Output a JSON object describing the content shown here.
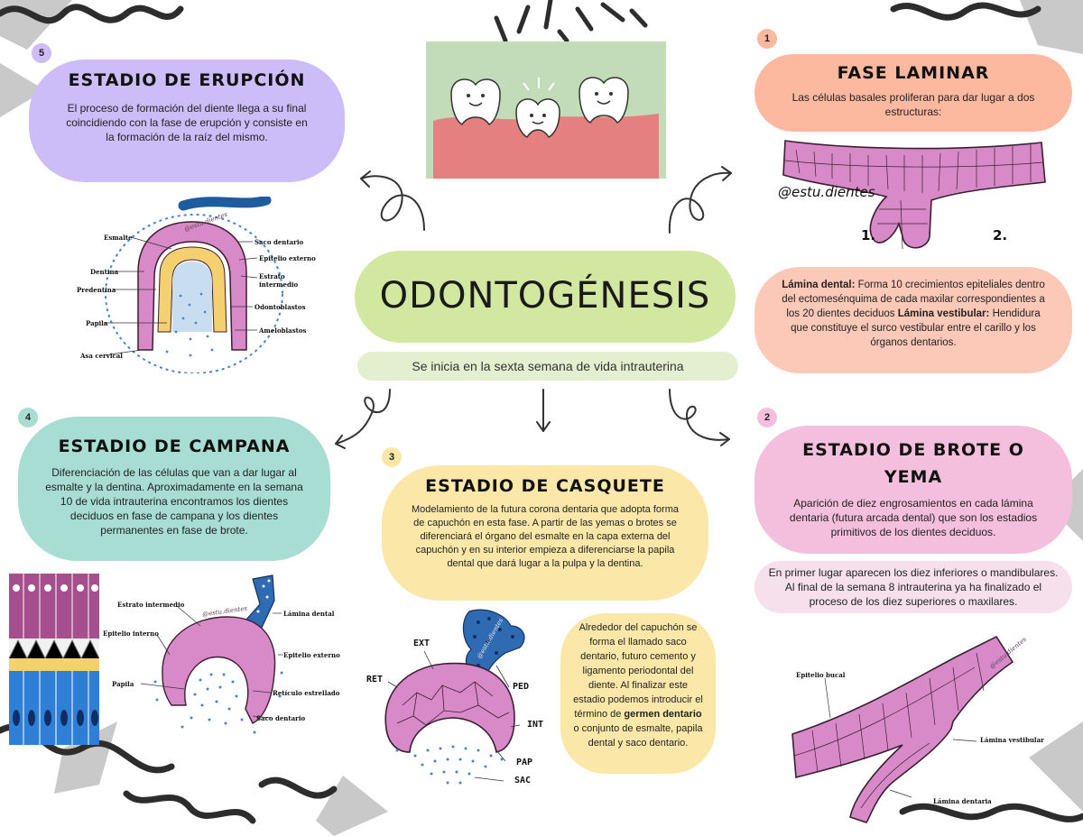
{
  "center": {
    "title": "ODONTOGÉNESIS",
    "subtitle": "Se inicia en la sexta semana de vida intrauterina"
  },
  "stages": {
    "laminar": {
      "number": "1",
      "title": "FASE LAMINAR",
      "text": "Las células basales proliferan para dar lugar a dos estructuras:",
      "fig_watermark": "@estu.dientes",
      "fig_label_1": "1.",
      "fig_label_2": "2.",
      "detail_term1": "Lámina dental:",
      "detail_text1": " Forma 10 crecimientos epiteliales dentro del ectomesénquima de cada maxilar correspondientes a los 20 dientes deciduos",
      "detail_term2": "Lámina vestibular:",
      "detail_text2": " Hendidura que constituye el surco vestibular entre el carillo y los órganos dentarios."
    },
    "brote": {
      "number": "2",
      "title": "ESTADIO DE BROTE O YEMA",
      "text": "Aparición de diez engrosamientos en cada lámina dentaria (futura arcada dental) que son los estadios primitivos de los dientes deciduos.",
      "note": "En primer lugar aparecen los diez inferiores o mandibulares. Al final de la semana 8 intrauterina ya ha finalizado el proceso de los diez superiores o maxilares.",
      "fig_labels": [
        "Epitelio bucal",
        "Lámina vestibular",
        "Lámina dentaria"
      ],
      "fig_watermark": "@estu.dientes"
    },
    "casquete": {
      "number": "3",
      "title": "ESTADIO DE CASQUETE",
      "text": "Modelamiento de la futura corona dentaria que adopta forma de capuchón en esta fase. A partir de las yemas o brotes se diferenciará el órgano del esmalte en la capa externa del capuchón y en su interior empieza a diferenciarse la papila dental que dará lugar a la pulpa y la dentina.",
      "side_a": "Alrededor del capuchón se forma el llamado saco dentario, futuro cemento y ligamento periodontal del diente. Al finalizar este estadio podemos introducir el término de ",
      "side_term": "germen dentario",
      "side_b": " o conjunto de esmalte, papila dental y saco dentario.",
      "fig_labels": [
        "EXT",
        "RET",
        "PED",
        "INT",
        "PAP",
        "SAC"
      ],
      "fig_watermark": "@estu.dientes"
    },
    "campana": {
      "number": "4",
      "title": "ESTADIO DE CAMPANA",
      "text": "Diferenciación de las células que van a dar lugar al esmalte y la dentina. Aproximadamente en la semana 10 de vida intrauterina encontramos los dientes deciduos en fase de campana y los dientes permanentes en fase de brote.",
      "fig_labels": [
        "Estrato intermedio",
        "Lámina dental",
        "Epitelio interno",
        "Epitelio externo",
        "Papila",
        "Retículo estrellado",
        "Saco dentario"
      ],
      "fig_watermark": "@estu.dientes"
    },
    "erupcion": {
      "number": "5",
      "title": "ESTADIO DE ERUPCIÓN",
      "text": "El proceso de formación del diente llega a su final coincidiendo con la fase de erupción y consiste en la formación de la raíz del mismo.",
      "fig_labels": [
        "Esmalte",
        "Saco dentario",
        "Epitelio externo",
        "Dentina",
        "Estrato intermedio",
        "Predentina",
        "Odontoblastos",
        "Papila",
        "Ameloblastos",
        "Asa cervical"
      ],
      "fig_watermark": "@estu.dientes"
    }
  },
  "colors": {
    "laminar": "#fcb9a0",
    "laminar_detail": "#fcc8b8",
    "brote": "#f4bfdc",
    "brote_note": "#f6e0ec",
    "casquete": "#fbe8a8",
    "campana": "#a7ddd2",
    "erupcion": "#ccbcf7",
    "center": "#d2e8a0",
    "tissue": "#d88ac8",
    "tissue_line": "#3a1f33",
    "scribble": "#2d2d2d"
  }
}
